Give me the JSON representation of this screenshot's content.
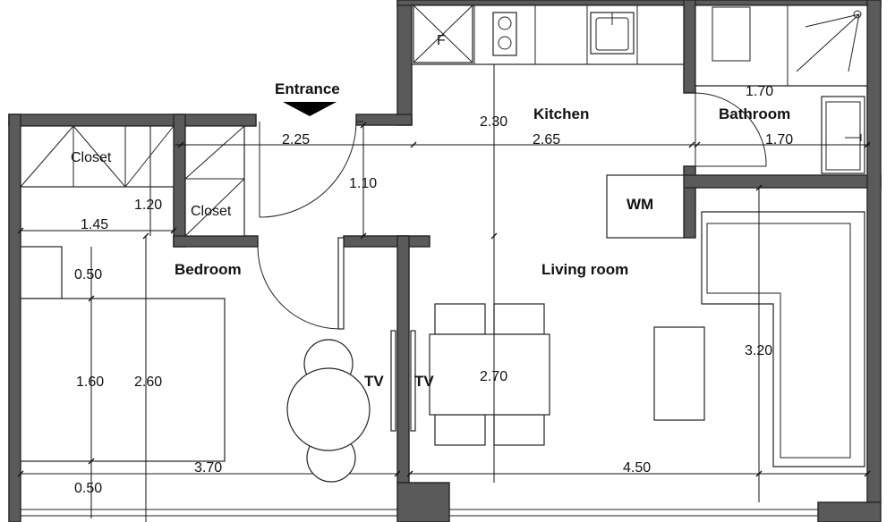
{
  "rooms": {
    "entrance": "Entrance",
    "kitchen": "Kitchen",
    "bathroom": "Bathroom",
    "living_room": "Living room",
    "bedroom": "Bedroom",
    "closet_1": "Closet",
    "closet_2": "Closet",
    "wm": "WM",
    "tv_1": "TV",
    "tv_2": "TV",
    "fridge": "F"
  },
  "dimensions": {
    "kitchen_height": "2.30",
    "bath_width_top": "1.70",
    "entry_width": "2.25",
    "kitchen_width": "2.65",
    "bath_width": "1.70",
    "hall_depth": "1.10",
    "closet_depth": "1.20",
    "bedroom_closet_width": "1.45",
    "bedroom_top_offset": "0.50",
    "bed_length": "1.60",
    "bedroom_depth": "2.60",
    "living_depth": "2.70",
    "sofa_length": "3.20",
    "bedroom_width": "3.70",
    "living_width": "4.50",
    "bedroom_bottom_offset": "0.50"
  }
}
